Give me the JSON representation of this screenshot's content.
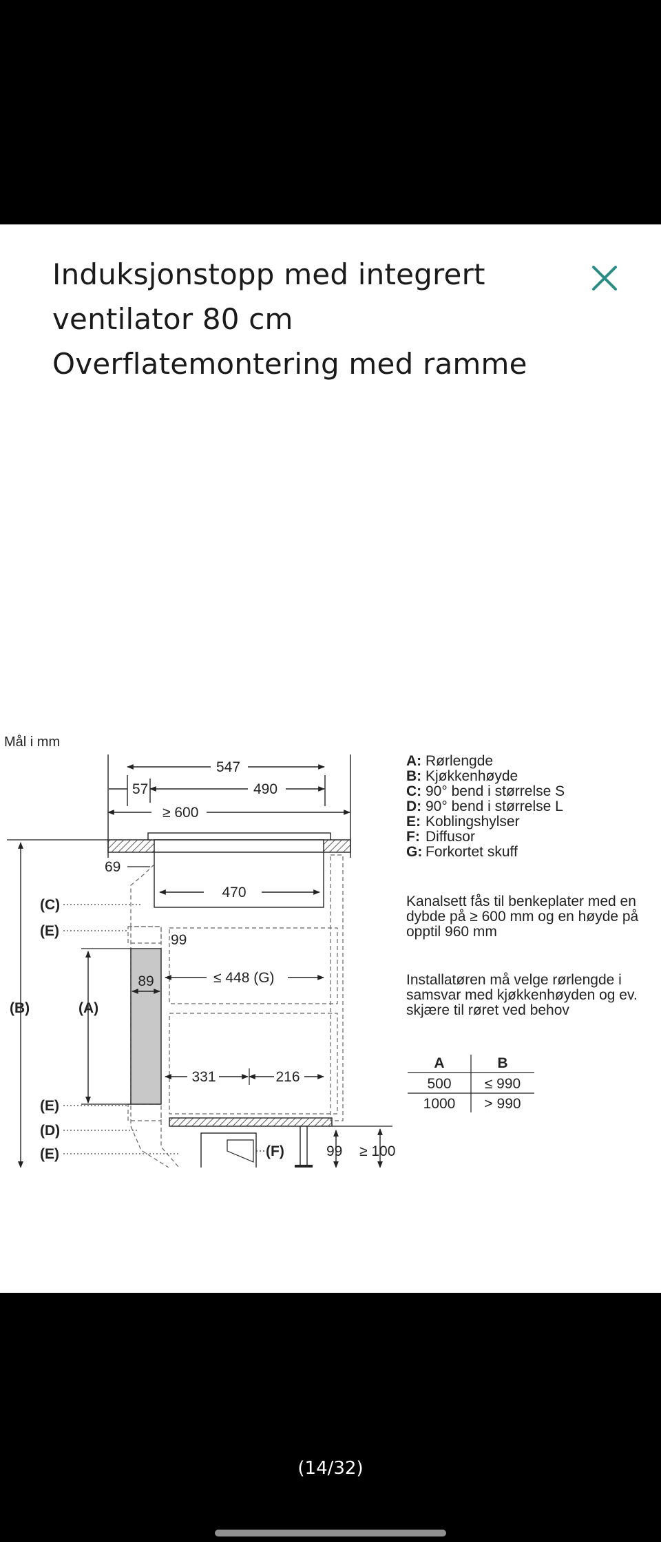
{
  "header": {
    "title_lines": [
      "Induksjonstopp med integrert",
      "ventilator 80 cm",
      "Overflatemontering med ramme"
    ],
    "close_icon": "close-icon",
    "accent": "#2a8c86"
  },
  "diagram": {
    "units": "Mål i mm",
    "dims": {
      "w600": "≥ 600",
      "w547": "547",
      "w57": "57",
      "w490": "490",
      "w69": "69",
      "w470": "470",
      "w99a": "99",
      "w448": "≤ 448 (G)",
      "w89": "89",
      "w331": "331",
      "w216": "216",
      "w99b": "99",
      "w100": "≥ 100"
    },
    "callouts": {
      "B": "(B)",
      "A": "(A)",
      "C": "(C)",
      "E1": "(E)",
      "E2": "(E)",
      "D": "(D)",
      "E3": "(E)",
      "F": "(F)"
    },
    "legend": [
      {
        "key": "A:",
        "text": "Rørlengde"
      },
      {
        "key": "B:",
        "text": "Kjøkkenhøyde"
      },
      {
        "key": "C:",
        "text": "90° bend i størrelse S"
      },
      {
        "key": "D:",
        "text": "90° bend i størrelse L"
      },
      {
        "key": "E:",
        "text": "Koblingshylser"
      },
      {
        "key": "F:",
        "text": "Diffusor"
      },
      {
        "key": "G:",
        "text": "Forkortet skuff"
      }
    ],
    "note1": [
      "Kanalsett fås til benkeplater med en",
      "dybde på ≥ 600 mm og en høyde på",
      "opptil 960 mm"
    ],
    "note2": [
      "Installatøren må velge rørlengde i",
      "samsvar med kjøkkenhøyden og ev.",
      "skjære til røret ved behov"
    ],
    "table": {
      "headers": [
        "A",
        "B"
      ],
      "rows": [
        [
          "500",
          "≤ 990"
        ],
        [
          "1000",
          "> 990"
        ]
      ]
    }
  },
  "footer": {
    "counter": "(14/32)"
  }
}
